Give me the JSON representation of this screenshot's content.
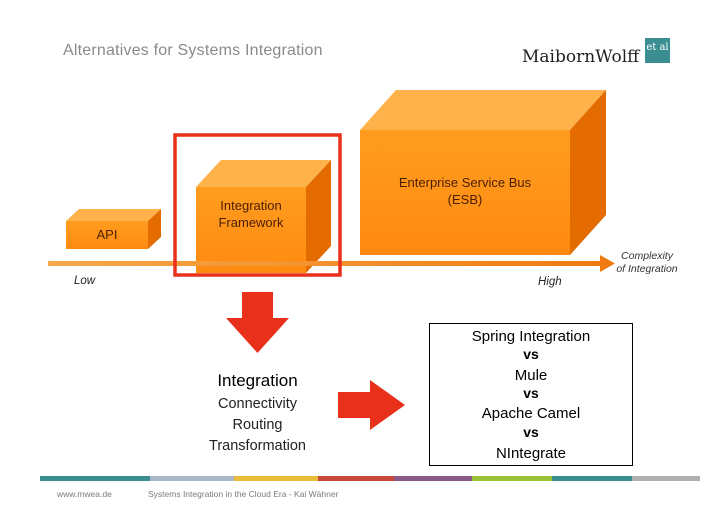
{
  "slide": {
    "title": "Alternatives for Systems Integration"
  },
  "logo": {
    "name": "MaibornWolff",
    "badge": "et al"
  },
  "diagram": {
    "cubes": [
      {
        "label_line1": "API",
        "label_line2": ""
      },
      {
        "label_line1": "Integration",
        "label_line2": "Framework"
      },
      {
        "label_line1": "Enterprise Service Bus",
        "label_line2": "(ESB)"
      }
    ],
    "axis": {
      "low": "Low",
      "high": "High",
      "name_line1": "Complexity",
      "name_line2": "of Integration"
    },
    "colors": {
      "cube_front": "#ff9a1e",
      "cube_top": "#ffb347",
      "cube_side": "#e06a00",
      "highlight": "#e8301b",
      "arrow": "#e8301b",
      "axis": "#f08a1c"
    }
  },
  "result": {
    "title": "Integration",
    "items": [
      "Connectivity",
      "Routing",
      "Transformation"
    ]
  },
  "comparison": {
    "frameworks": [
      "Spring Integration",
      "Mule",
      "Apache Camel",
      "NIntegrate"
    ],
    "separator": "vs"
  },
  "footer": {
    "website": "www.mwea.de",
    "talk": "Systems Integration in the Cloud Era - Kai Wähner",
    "colors": [
      "#3a8e92",
      "#a9b8c8",
      "#e9bc3a",
      "#c94a3a",
      "#8c5a86",
      "#9cc23a",
      "#3a8e92",
      "#b0b0b0"
    ]
  }
}
